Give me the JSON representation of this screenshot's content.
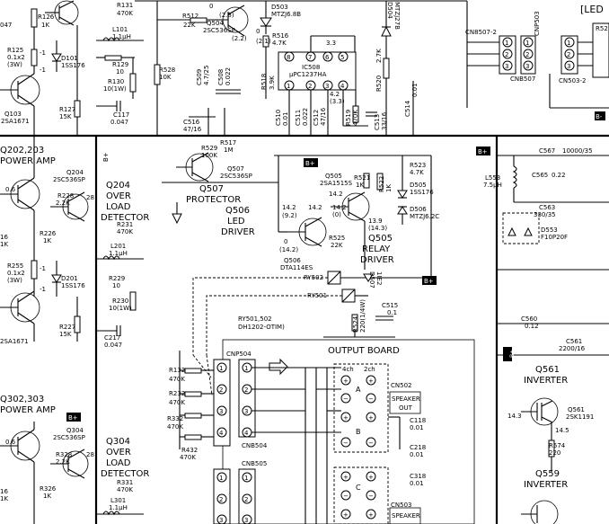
{
  "colors": {
    "ink": "#000000",
    "paper": "#ffffff"
  },
  "sections": {
    "led_label": "[LED",
    "q202_label": "Q202,203",
    "q202_sub": "POWER AMP",
    "q302_label": "Q302,303",
    "q302_sub": "POWER AMP",
    "q204_label": "Q204",
    "q204_sub1": "OVER",
    "q204_sub2": "LOAD",
    "q204_sub3": "DETECTOR",
    "q304_label": "Q304",
    "q304_sub1": "OVER",
    "q304_sub2": "LOAD",
    "q304_sub3": "DETECTOR",
    "q507_label": "Q507",
    "q507_func": "PROTECTOR",
    "q506_label": "Q506",
    "q506_sub1": "LED",
    "q506_sub2": "DRIVER",
    "q505_label": "Q505",
    "q505_sub1": "RELAY",
    "q505_sub2": "DRIVER",
    "output_board": "OUTPUT BOARD",
    "q561_label": "Q561",
    "q561_func": "INVERTER",
    "q559_label": "Q559",
    "q559_func": "INVERTER"
  },
  "parts": {
    "q103_ref": "Q103",
    "q103_type": "2SA1671",
    "r125": "R125",
    "r125_val": "0.1x2",
    "r125_w": "(3W)",
    "d101": "D101",
    "d101_type": "1SS176",
    "r126": "R126",
    "r126_val": "1K",
    "r129": "R129",
    "r129_val": "10",
    "r130": "R130",
    "r130_val": "10(1W)",
    "r127": "R127",
    "r127_val": "15K",
    "r131": "R131",
    "r131_val": "470K",
    "l101": "L101",
    "l101_val": "1.1μH",
    "c117": "C117",
    "c117_val": "0.047",
    "r528": "R528",
    "r528_val": "10K",
    "r512": "R512",
    "r512_val": "22K",
    "q504": "Q504",
    "q504_type": "2SC536SP",
    "v28": "(2.8)",
    "v22": "(2.2)",
    "v0": "0",
    "d503": "D503",
    "d503_type": "MTZJ6.8B",
    "r516": "R516",
    "r516_val": "4.7K",
    "v21": "(2.1)",
    "c509": "C509",
    "c509_val": "4.7/25",
    "c508": "C508",
    "c508_val": "0.022",
    "r518": "R518",
    "r518_val": "3.9K",
    "ic508": "IC508",
    "ic508_type": "μPC1237HA",
    "pin8": "8",
    "pin7": "7",
    "pin6": "6",
    "pin5": "5",
    "pin1": "1",
    "pin2": "2",
    "pin3": "3",
    "pin4": "4",
    "v33": "3.3",
    "v42": "4.2",
    "v33b": "(3.3)",
    "c510": "C510",
    "c510_val": "0.01",
    "c511": "C511",
    "c511_val": "0.022",
    "c512": "C512",
    "c512_val": "47/16",
    "r519": "R519",
    "r519_val": "470K",
    "r520": "R520",
    "r520_val": "2.7K",
    "c513": "C513",
    "c513_val": "33/16",
    "c514": "C514",
    "c514_val": "0.01",
    "d504": "D504",
    "d504_type": "MTZJ27B",
    "cnp503": "CNP503",
    "cn8507": "CN8507-2",
    "cnb507": "CNB507",
    "cn503": "CN503-2",
    "r52": "R52",
    "c516": "C516",
    "c516_val": "47/16",
    "r529": "R529",
    "r529_val": "100K",
    "r517": "R517",
    "r517_val": "1M",
    "q507_type": "2SC536SP",
    "bplus": "B+",
    "bminus": "B-",
    "q505_type": "2SA1515S",
    "v142": "14.2",
    "r521": "R521",
    "r521_val": "1K",
    "r522": "R522",
    "r522_val": "1K",
    "r523": "R523",
    "r523_val": "4.7K",
    "d505": "D505",
    "d505_type": "1SS176",
    "d506": "D506",
    "d506_type": "MTZJ6.2C",
    "v139": "13.9",
    "v143": "(14.3)",
    "v92": "(9.2)",
    "v0b": "(0)",
    "v142b": "(14.2)",
    "r525": "R525",
    "r525_val": "22K",
    "q506_type": "DTA114ES",
    "ry502": "RY502",
    "ry501": "RY501",
    "d507": "D507",
    "d507_type": "1IE2",
    "c515": "C515",
    "c515_val": "0.1",
    "r524": "R524",
    "r524_val": "220(1/4W)",
    "ry_all": "RY501,502",
    "ry_type": "DH1202-OTIM)",
    "c567": "C567",
    "c567_val": "10000/35",
    "c565": "C565",
    "c565_val": "0.22",
    "l553": "L553",
    "l553_val": "7.5μH",
    "c563": "C563",
    "c563_val": "330/35",
    "d553": "D553",
    "d553_type": "F10P20F",
    "c560": "C560",
    "c560_val": "0.12",
    "c561": "C561",
    "c561_val": "2200/16",
    "q561_type": "2SK1191",
    "v143b": "14.3",
    "v145": "14.5",
    "r574": "R574",
    "r574_val": "220",
    "q204_ref": "Q204",
    "q204_type": "2SC536SP",
    "r228": "R228",
    "r228_val": "2.2K",
    "v06": "0.6",
    "v28b": "28",
    "r226": "R226",
    "r226_val": "1K",
    "r231": "R231",
    "r231_val": "470K",
    "l201": "L201",
    "l201_val": "1.1μH",
    "r255": "R255",
    "r255_val": "0.1x2",
    "r255_w": "(3W)",
    "d201": "D201",
    "d201_type": "1SS176",
    "r229": "R229",
    "r229_val": "10",
    "r230": "R230",
    "r230_val": "10(1W)",
    "r227": "R227",
    "r227_val": "15K",
    "c217": "C217",
    "c217_val": "0.047",
    "q203_type": "2SA1671",
    "cnp504": "CNP504",
    "r132": "R132",
    "r132_val": "470K",
    "r232": "R232",
    "r232_val": "470K",
    "r332": "R332",
    "r332_val": "470K",
    "r432": "R432",
    "r432_val": "470K",
    "cnb504": "CNB504",
    "cnb505": "CNB505",
    "cn502": "CN502",
    "speaker": "SPEAKER",
    "out": "OUT",
    "ch4": "4ch",
    "ch2": "2ch",
    "c118": "C118",
    "c118_val": "0.01",
    "c218": "C218",
    "c218_val": "0.01",
    "c318": "C318",
    "c318_val": "0.01",
    "cn503b": "CN503",
    "speaker2": "SPEAKER",
    "q304_type": "2SC536SP",
    "r328": "R328",
    "r328_val": "2.2K",
    "r326": "R326",
    "r326_val": "1K",
    "r331": "R331",
    "r331_val": "470K",
    "l301": "L301",
    "l301_val": "1.1μH",
    "c1": "1",
    "c2": "2",
    "c3": "3",
    "c4": "4",
    "sA": "A",
    "sB": "B",
    "sC": "C",
    "plus": "+",
    "minus": "−",
    "v_neg1": "-1",
    "v_047": "047",
    "v16": "16",
    "v1K": "1K"
  }
}
